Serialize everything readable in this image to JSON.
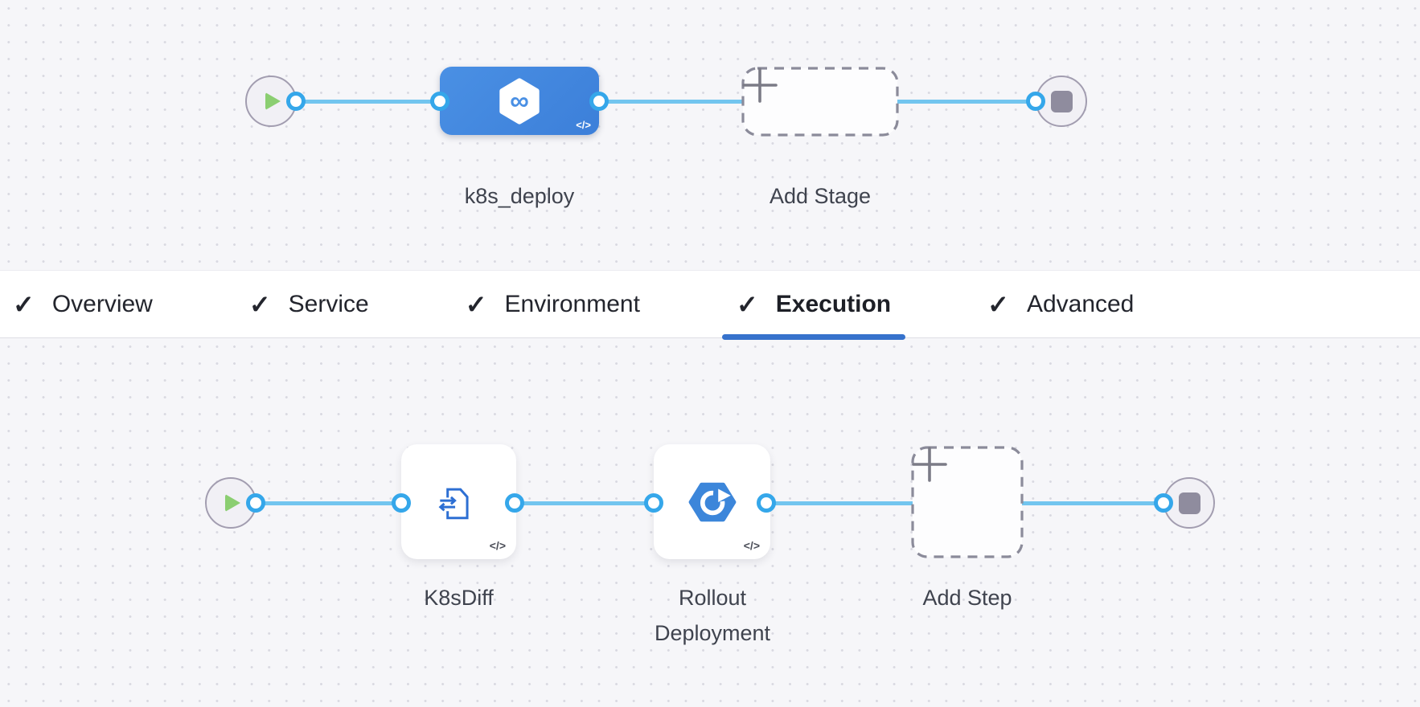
{
  "colors": {
    "canvas_bg": "#f6f6f9",
    "grid_dot": "#d9d9e1",
    "connector_line": "#72c5ef",
    "connector_dot_ring": "#35a7ea",
    "stage_node_blue": "#4a90e4",
    "tab_underline_blue": "#3672cc",
    "play_green": "#8bce71",
    "stop_gray": "#8f8c9e",
    "dashed_border": "#8b8b9a",
    "label_text": "#3f434e"
  },
  "glyphs": {
    "check": "✓",
    "infinity": "∞"
  },
  "stage_canvas": {
    "start_icon": "play-icon",
    "end_icon": "stop-icon",
    "stage": {
      "label": "k8s_deploy",
      "badge": "</>",
      "icon": "harness-pipeline-icon"
    },
    "add_stage": {
      "label": "Add Stage",
      "icon": "plus-icon"
    }
  },
  "tabs": {
    "items": [
      {
        "label": "Overview",
        "checked": true,
        "active": false
      },
      {
        "label": "Service",
        "checked": true,
        "active": false
      },
      {
        "label": "Environment",
        "checked": true,
        "active": false
      },
      {
        "label": "Execution",
        "checked": true,
        "active": true
      },
      {
        "label": "Advanced",
        "checked": true,
        "active": false
      }
    ]
  },
  "execution_canvas": {
    "start_icon": "play-icon",
    "end_icon": "stop-icon",
    "steps": [
      {
        "label": "K8sDiff",
        "badge": "</>",
        "icon": "k8s-diff-icon"
      },
      {
        "label": "Rollout Deployment",
        "badge": "</>",
        "icon": "rollout-deployment-icon"
      }
    ],
    "add_step": {
      "label": "Add Step",
      "icon": "plus-icon"
    }
  }
}
